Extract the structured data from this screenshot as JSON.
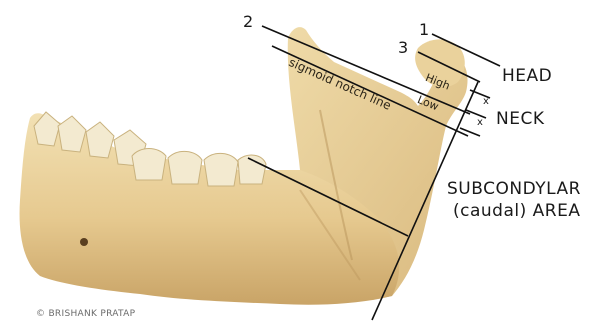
{
  "line_numbers": {
    "one": "1",
    "two": "2",
    "three": "3"
  },
  "region_labels": {
    "head": "HEAD",
    "neck": "NECK",
    "subcondylar_line1": "SUBCONDYLAR",
    "subcondylar_line2": "(caudal) AREA"
  },
  "on_bone_labels": {
    "high": "High",
    "low": "Low",
    "sigmoid": "sigmoid notch line"
  },
  "interval_marks": {
    "upper": "x",
    "lower": "x"
  },
  "credit": "© BRISHANK PRATAP",
  "colors": {
    "bone_light": "#efdcaa",
    "bone_mid": "#e2c489",
    "bone_shadow": "#c9a66a",
    "tooth": "#f3ead0",
    "line": "#111111"
  }
}
